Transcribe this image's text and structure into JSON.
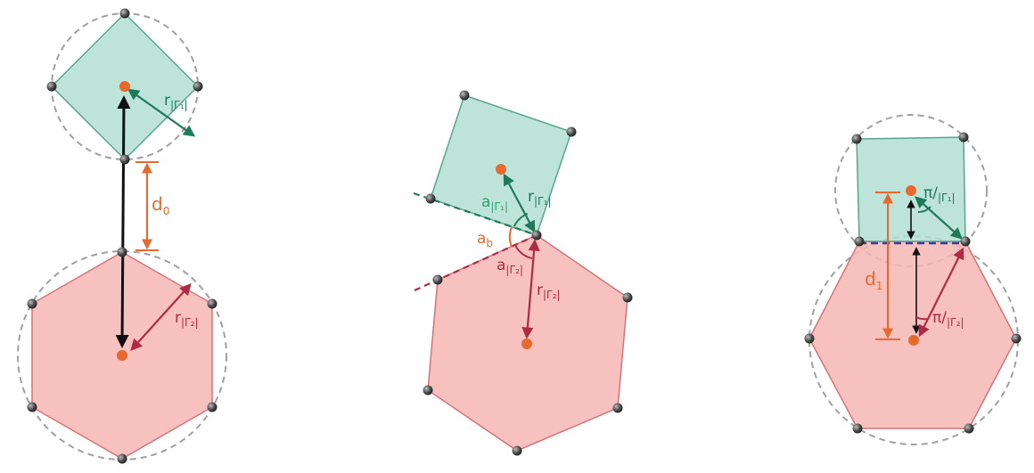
{
  "colors": {
    "square_fill": "#b3dfd4",
    "square_stroke": "#58a58c",
    "hexagon_fill": "#f6b6b4",
    "hexagon_stroke": "#d47476",
    "green_arrow": "#1f7a59",
    "red_arrow": "#b02a45",
    "orange": "#e8692d",
    "light_green_text": "#2aa36b",
    "dashed_circle": "#a0a0a0",
    "vertex": "#444444"
  },
  "panel1": {
    "r1": {
      "main": "r",
      "sub": "|Γ₁|"
    },
    "d0": {
      "main": "d",
      "sub": "0"
    },
    "r2": {
      "main": "r",
      "sub": "|Γ₂|"
    }
  },
  "panel2": {
    "a1": {
      "main": "a",
      "sub": "|Γ₁|"
    },
    "r1": {
      "main": "r",
      "sub": "|Γ₁|"
    },
    "ab": {
      "main": "a",
      "sub": "b"
    },
    "a2": {
      "main": "a",
      "sub": "|Γ₂|"
    },
    "r2": {
      "main": "r",
      "sub": "|Γ₂|"
    }
  },
  "panel3": {
    "pi1": {
      "main": "π/",
      "sub": "|Γ₁|"
    },
    "d1": {
      "main": "d",
      "sub": "1"
    },
    "pi2": {
      "main": "π/",
      "sub": "|Γ₂|"
    }
  }
}
